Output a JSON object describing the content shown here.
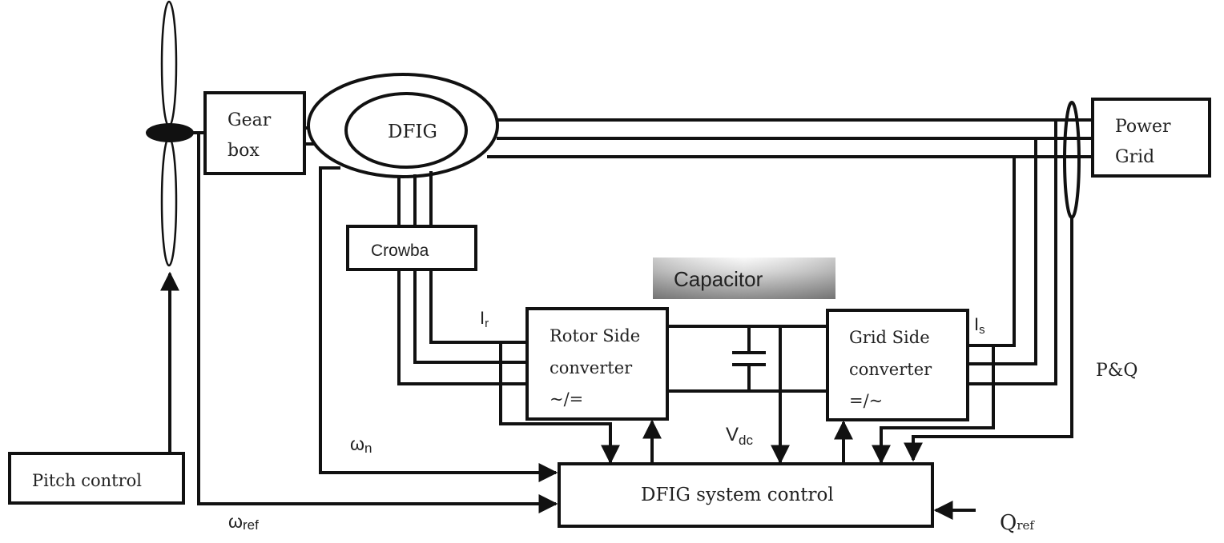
{
  "diagram": {
    "type": "block-diagram",
    "subject": "DFIG wind turbine system",
    "blocks": {
      "gearbox": {
        "line1": "Gear",
        "line2": "box"
      },
      "generator": {
        "label": "DFIG"
      },
      "crowbar": {
        "label": "Crowba"
      },
      "grid": {
        "line1": "Power",
        "line2": "Grid"
      },
      "capacitor": {
        "label": "Capacitor"
      },
      "rotor_converter": {
        "line1": "Rotor Side",
        "line2": "converter",
        "line3": "~/="
      },
      "grid_converter": {
        "line1": "Grid Side",
        "line2": "converter",
        "line3": "=/~"
      },
      "pitch_control": {
        "label": "Pitch control"
      },
      "system_control": {
        "label": "DFIG system control"
      }
    },
    "signals": {
      "rotor_current": {
        "base": "I",
        "sub": "r"
      },
      "stator_current": {
        "base": "I",
        "sub": "s"
      },
      "dc_voltage": {
        "base": "V",
        "sub": "dc"
      },
      "rotor_speed": {
        "base": "ω",
        "sub": "n"
      },
      "speed_ref": {
        "base": "ω",
        "sub": "ref"
      },
      "reactive_ref": {
        "base": "Q",
        "sub": "ref"
      },
      "power": {
        "label": "P&Q"
      }
    },
    "colors": {
      "line": "#111111",
      "background": "#ffffff",
      "capacitor_gradient_dark": "#6e6e6e",
      "capacitor_gradient_light": "#ffffff"
    }
  }
}
